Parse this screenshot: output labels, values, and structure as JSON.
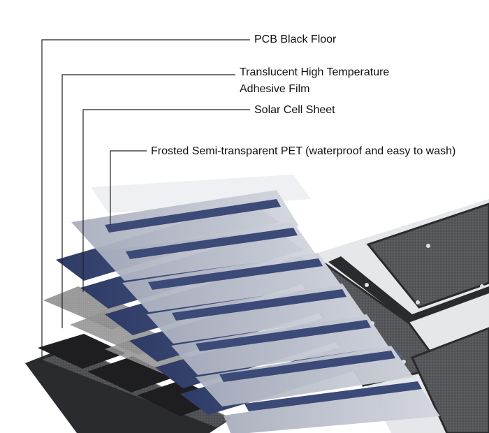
{
  "labels": {
    "pcb_floor": "PCB Black Floor",
    "adhesive_film_line1": "Translucent High Temperature",
    "adhesive_film_line2": "Adhesive Film",
    "solar_cell_sheet": "Solar Cell Sheet",
    "frosted_pet": "Frosted Semi-transparent PET (waterproof and easy to wash)"
  },
  "colors": {
    "background": "#ffffff",
    "leader_line": "#222222",
    "pcb_black": "#1e1e20",
    "cell_blue": "#3a4a78",
    "pet_frosted": "#b4b9c6",
    "film_gray": "#8e8e8e",
    "panel_gray": "#55575c"
  }
}
